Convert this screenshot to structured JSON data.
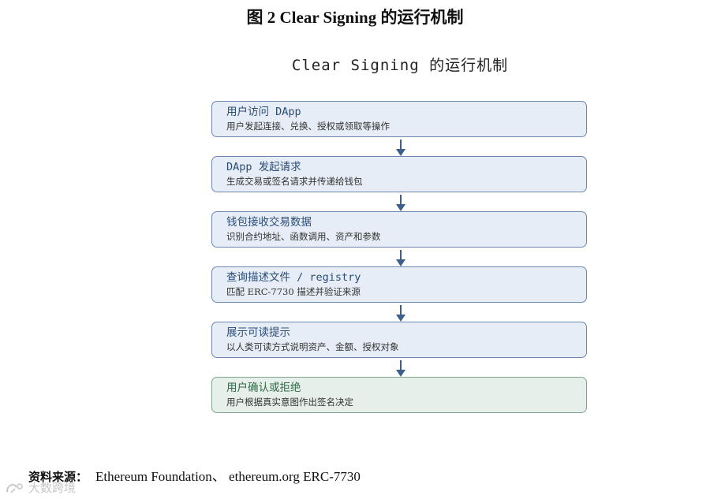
{
  "figure_caption": "图 2 Clear Signing 的运行机制",
  "diagram": {
    "title": "Clear Signing 的运行机制",
    "steps": [
      {
        "title": "用户访问 DApp",
        "desc": "用户发起连接、兑换、授权或领取等操作"
      },
      {
        "title": "DApp 发起请求",
        "desc": "生成交易或签名请求并传递给钱包"
      },
      {
        "title": "钱包接收交易数据",
        "desc": "识别合约地址、函数调用、资产和参数"
      },
      {
        "title": "查询描述文件 / registry",
        "desc": "匹配 ERC-7730 描述并验证来源"
      },
      {
        "title": "展示可读提示",
        "desc": "以人类可读方式说明资产、金额、授权对象"
      },
      {
        "title": "用户确认或拒绝",
        "desc": "用户根据真实意图作出签名决定"
      }
    ]
  },
  "source": {
    "label": "资料来源：",
    "text": "Ethereum Foundation、 ethereum.org ERC-7730"
  },
  "watermark": {
    "text": "大数跨境",
    "icon": "brand-logo-icon"
  },
  "colors": {
    "step_border": "#6b89b0",
    "step_fill": "#e6edf6",
    "final_border": "#7da58d",
    "final_fill": "#e6efe9",
    "arrow": "#3d5f8f"
  }
}
